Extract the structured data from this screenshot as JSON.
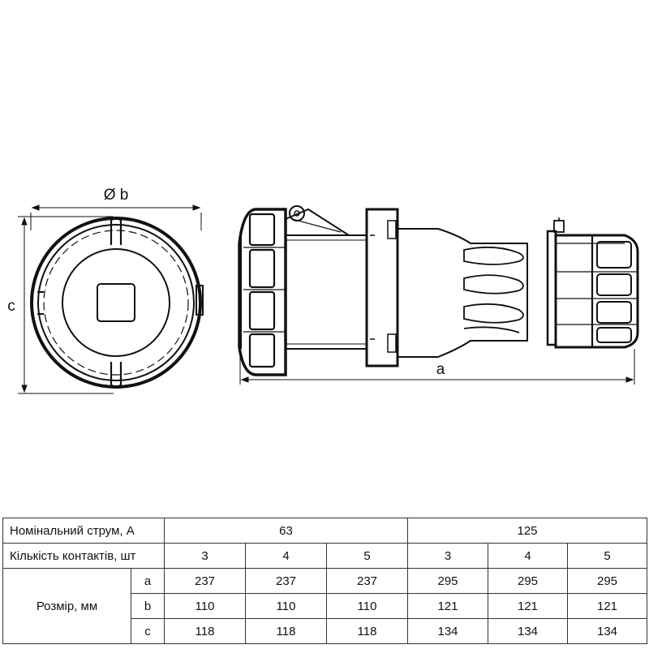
{
  "drawing": {
    "label_b": "Ø b",
    "label_c": "c",
    "label_a": "a"
  },
  "table": {
    "current_label": "Номінальний струм, А",
    "contacts_label": "Кількість контактів, шт",
    "size_label": "Розмір, мм",
    "currents": [
      "63",
      "125"
    ],
    "contacts": [
      "3",
      "4",
      "5",
      "3",
      "4",
      "5"
    ],
    "rows": [
      {
        "dim": "a",
        "values": [
          "237",
          "237",
          "237",
          "295",
          "295",
          "295"
        ]
      },
      {
        "dim": "b",
        "values": [
          "110",
          "110",
          "110",
          "121",
          "121",
          "121"
        ]
      },
      {
        "dim": "c",
        "values": [
          "118",
          "118",
          "118",
          "134",
          "134",
          "134"
        ]
      }
    ]
  }
}
